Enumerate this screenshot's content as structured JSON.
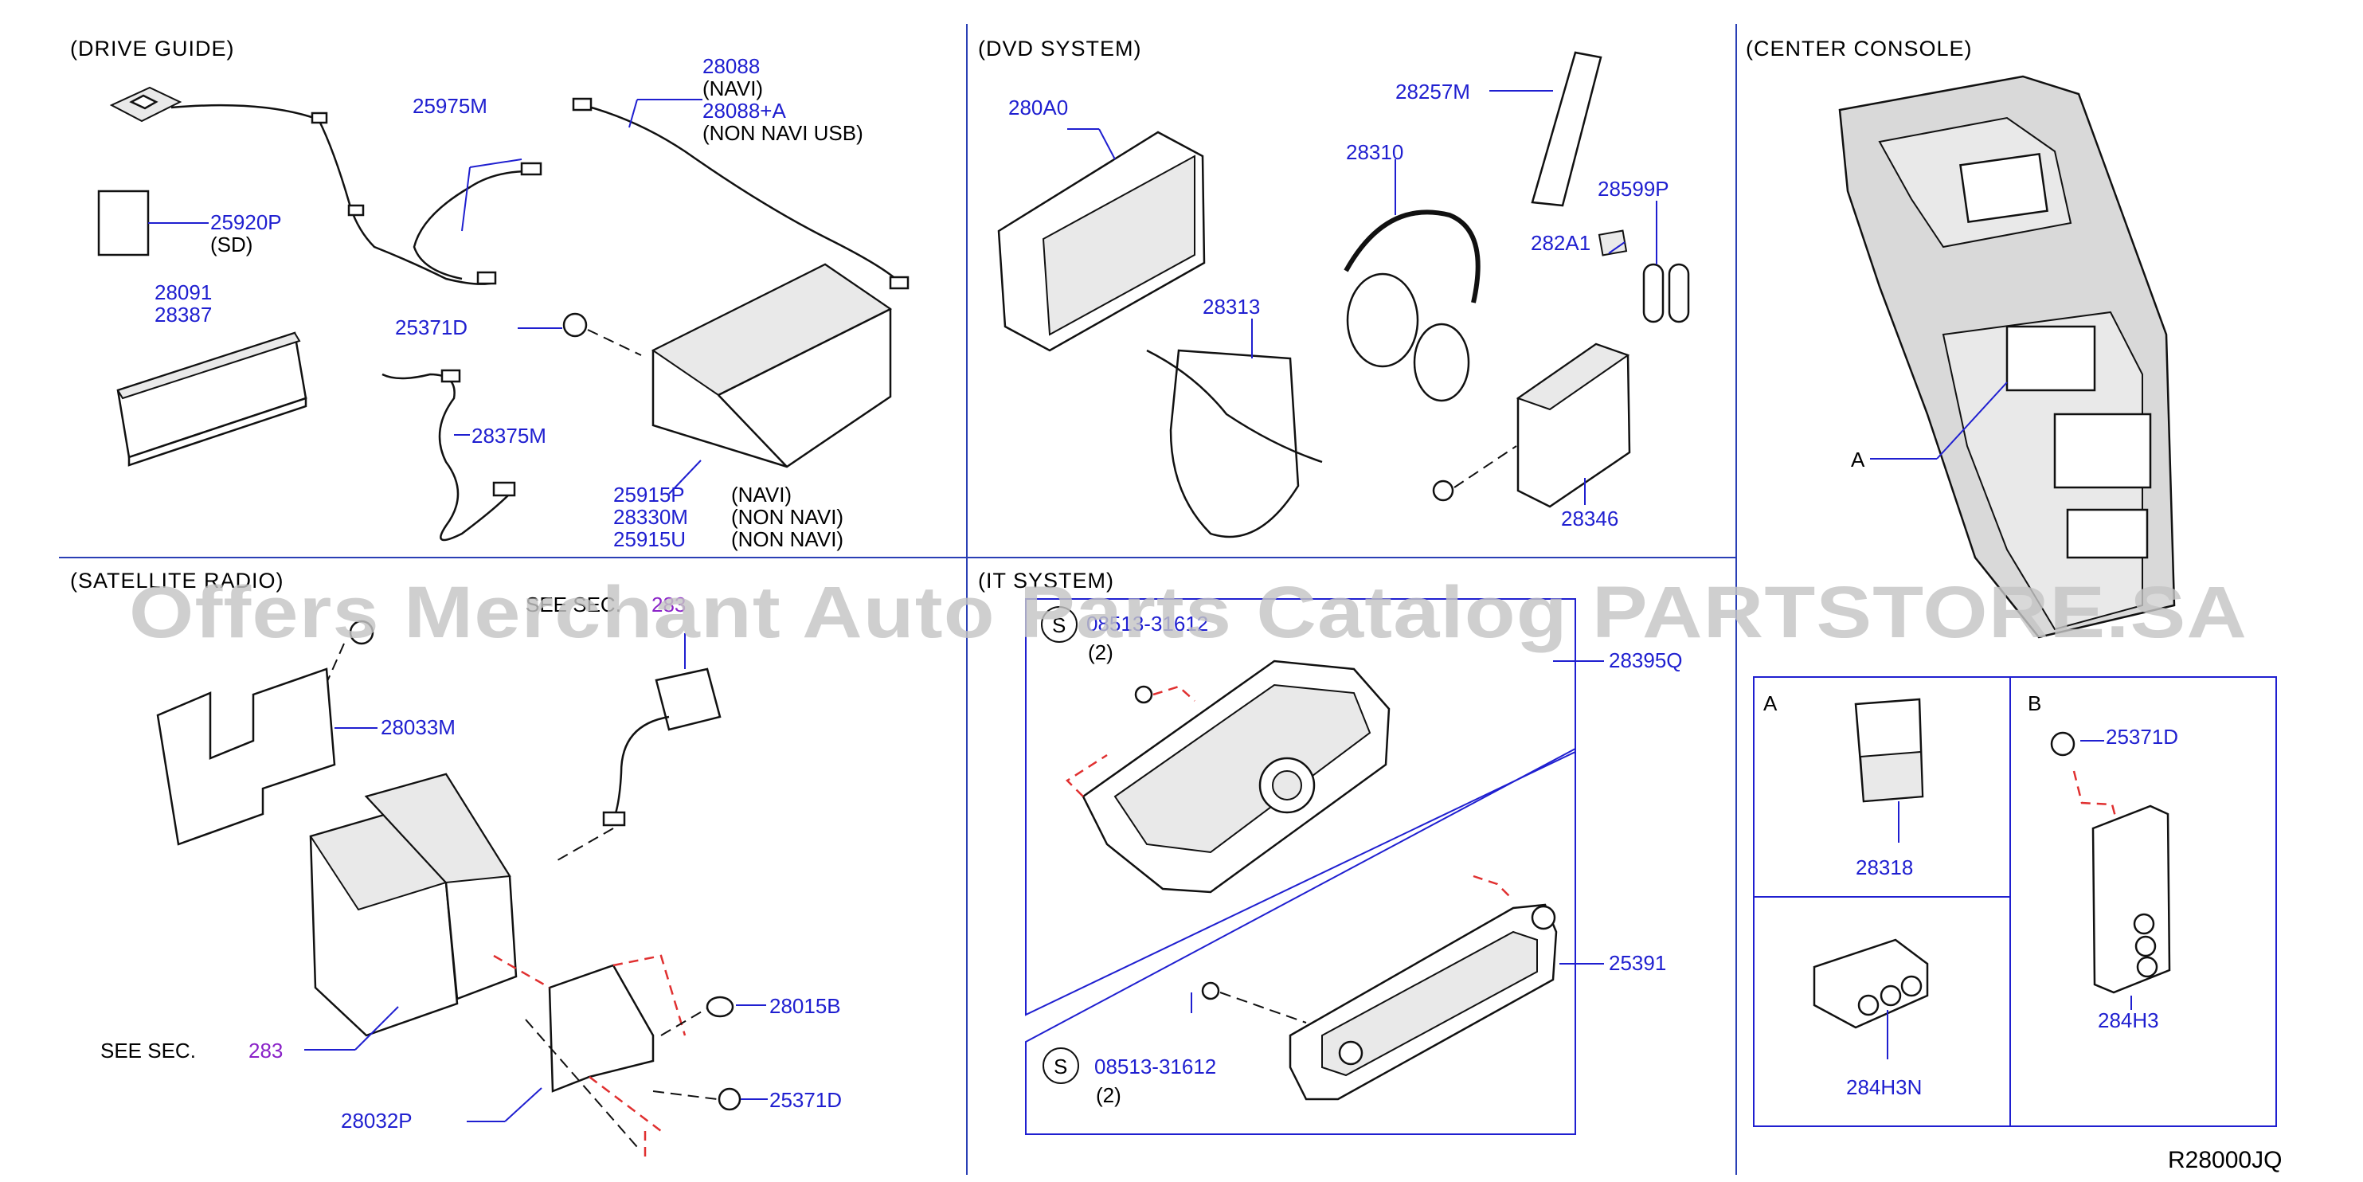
{
  "sections": {
    "drive_guide": "(DRIVE   GUIDE)",
    "dvd_system": "(DVD   SYSTEM)",
    "center_console": "(CENTER   CONSOLE)",
    "satellite_radio": "(SATELLITE   RADIO)",
    "it_system": "(IT   SYSTEM)"
  },
  "drive_guide": {
    "p28088": "28088",
    "navi": "(NAVI)",
    "p28088a": "28088+A",
    "non_navi_usb": "(NON   NAVI   USB)",
    "p25975m": "25975M",
    "p25920p": "25920P",
    "sd": "(SD)",
    "p28091": "28091",
    "p28387": "28387",
    "p25371d": "25371D",
    "p28375m": "28375M",
    "p25915p": "25915P",
    "p28330m": "28330M",
    "p25915u": "25915U",
    "navi2": "(NAVI)",
    "non_navi_a": "(NON   NAVI)",
    "non_navi_b": "(NON   NAVI)"
  },
  "dvd_system": {
    "p280a0": "280A0",
    "p28257m": "28257M",
    "p28310": "28310",
    "p28599p": "28599P",
    "p282a1": "282A1",
    "p28313": "28313",
    "p28346": "28346"
  },
  "center_console": {
    "callout_a": "A",
    "box_a": "A",
    "box_b": "B",
    "p28318": "28318",
    "p25371d": "25371D",
    "p284h3": "284H3",
    "p284h3n": "284H3N"
  },
  "satellite_radio": {
    "see_sec_top": "SEE   SEC.",
    "sec_num_top": "283",
    "p28033m": "28033M",
    "p28015b": "28015B",
    "p25371d": "25371D",
    "see_sec_bottom": "SEE   SEC.",
    "sec_num_bottom": "283",
    "p28032p": "28032P"
  },
  "it_system": {
    "s_symbol_top": "S",
    "bolt_top": "08513-31612",
    "qty_top": "(2)",
    "p28395q": "28395Q",
    "p25391": "25391",
    "s_symbol_bottom": "S",
    "bolt_bottom": "08513-31612",
    "qty_bottom": "(2)"
  },
  "diagram_code": "R28000JQ",
  "watermark": "Offers Merchant Auto Parts Catalog PARTSTORE.SA"
}
